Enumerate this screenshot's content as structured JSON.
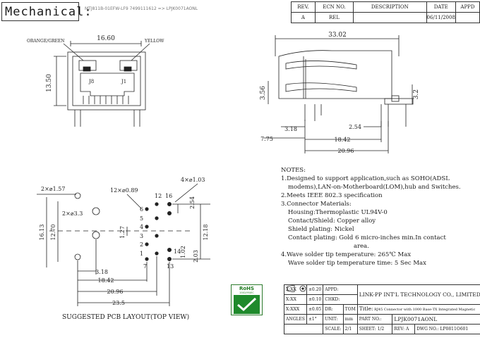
{
  "header": {
    "title": "Mechanical:",
    "part_line": "MTJ811B-01EFW-LF9  7499111612 => LPJK0071AONL"
  },
  "revision_table": {
    "headers": [
      "REV.",
      "ECN NO.",
      "DESCRIPTION",
      "DATE",
      "APPD"
    ],
    "row": [
      "A",
      "REL",
      "",
      "06/11/2008",
      ""
    ]
  },
  "front_view": {
    "width_dim": "16.60",
    "height_dim": "13.50",
    "led_left": "ORANGE/GREEN",
    "led_right": "YELLOW",
    "jack_left": "J8",
    "jack_right": "J1"
  },
  "side_view": {
    "length_dim": "33.02",
    "height_dim": "3.56",
    "right_dim": "3.2",
    "pin_offset": "3.18",
    "pin_pitch": "2.54",
    "front_dim": "7.75",
    "span_a": "18.42",
    "span_b": "20.96"
  },
  "pcb_layout": {
    "hole_a": "2×⌀1.57",
    "hole_b": "2×⌀3.3",
    "hole_c": "12×⌀0.89",
    "hole_d": "4×⌀1.03",
    "dim_16_13": "16.13",
    "dim_12_70": "12.70",
    "dim_1_27": "1.27",
    "dim_2_54": "2.54",
    "dim_12_18": "12.18",
    "dim_1_02": "1.02",
    "dim_2_03": "2.03",
    "dim_3_18": "3.18",
    "dim_18_42": "18.42",
    "dim_20_96": "20.96",
    "dim_23_5": "23.5",
    "pin_labels": [
      "12",
      "16",
      "6",
      "5",
      "4",
      "3",
      "2",
      "1",
      "7",
      "14",
      "13"
    ],
    "caption": "SUGGESTED PCB LAYOUT(TOP VIEW)"
  },
  "notes": {
    "title": "NOTES:",
    "lines": [
      "1.Designed to support application,such as SOHO(ADSL",
      "  modems),LAN-on-Motherboard(LOM),hub and Switches.",
      "2.Meets IEEE 802.3 specification",
      "3.Connector Materials:",
      "Housing:Thermoplastic UL94V-0",
      "Contact/Shield: Copper alloy",
      "Shield plating: Nickel",
      "Contact plating: Gold 6 micro-inches min.In contact",
      "area.",
      "4.Wave solder tip temperature: 265℃ Max",
      "  Wave solder tip temperature time: 5 Sec Max"
    ]
  },
  "rohs": {
    "title": "RoHS",
    "sub": "2002/95/EC"
  },
  "title_block": {
    "tol_1": "X:XX",
    "tol_1_val": "±0.20",
    "tol_2": "X:XX",
    "tol_2_val": "±0.10",
    "tol_3": "X:XXX",
    "tol_3_val": "±0.05",
    "angles": "ANGLES",
    "angles_val": "±1°",
    "appd": "APPD:",
    "chkd": "CHKD:",
    "dr": "DR:",
    "dr_val": "TOM",
    "unit": "UNIT:",
    "unit_val": "mm",
    "company": "LINK-PP INT'L TECHNOLOGY CO., LIMITED",
    "title_label": "Title:",
    "title_val": "RJ45 Connector with 1000 Base-TX Integrated Magnetic",
    "part_label": "PART NO.:",
    "part_val": "LPJK0071AONL",
    "scale_label": "SCALE:",
    "scale_val": "2/1",
    "sheet_label": "SHEET:",
    "sheet_val": "1/2",
    "rev_label": "REV:",
    "rev_val": "A",
    "dwg_label": "DWG NO.:",
    "dwg_val": "LP0811O601"
  }
}
